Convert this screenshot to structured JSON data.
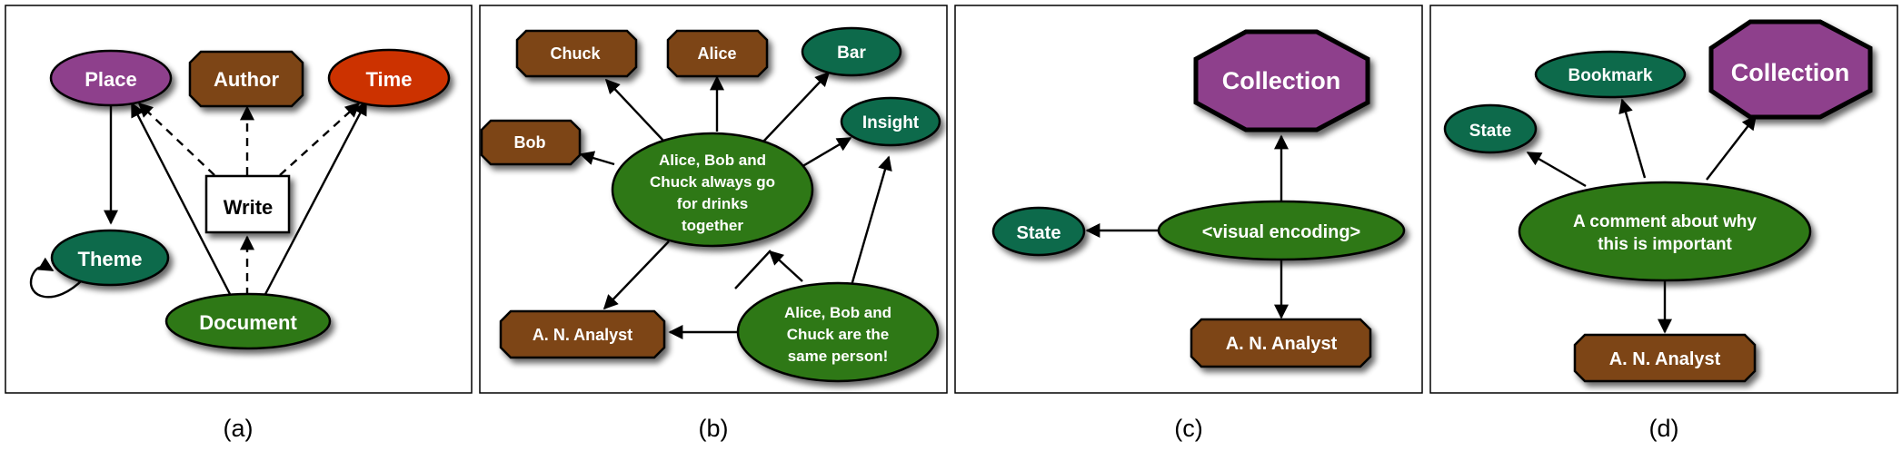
{
  "colors": {
    "purple": "#8e3f8c",
    "brown": "#7d4414",
    "red": "#cc3300",
    "dark_green": "#0a6b4b",
    "green": "#2f7812",
    "white": "#ffffff"
  },
  "panels": {
    "a": {
      "caption": "(a)",
      "nodes": {
        "place": "Place",
        "author": "Author",
        "time": "Time",
        "write": "Write",
        "theme": "Theme",
        "document": "Document"
      }
    },
    "b": {
      "caption": "(b)",
      "nodes": {
        "chuck": "Chuck",
        "alice": "Alice",
        "bar": "Bar",
        "insight": "Insight",
        "bob": "Bob",
        "center_lines": [
          "Alice, Bob and",
          "Chuck always go",
          "for drinks",
          "together"
        ],
        "analyst": "A. N. Analyst",
        "same_lines": [
          "Alice, Bob and",
          "Chuck are the",
          "same person!"
        ]
      }
    },
    "c": {
      "caption": "(c)",
      "nodes": {
        "collection": "Collection",
        "state": "State",
        "encoding": "<visual encoding>",
        "analyst": "A. N. Analyst"
      }
    },
    "d": {
      "caption": "(d)",
      "nodes": {
        "bookmark": "Bookmark",
        "collection": "Collection",
        "state": "State",
        "comment_lines": [
          "A comment about why",
          "this is important"
        ],
        "analyst": "A. N. Analyst"
      }
    }
  }
}
